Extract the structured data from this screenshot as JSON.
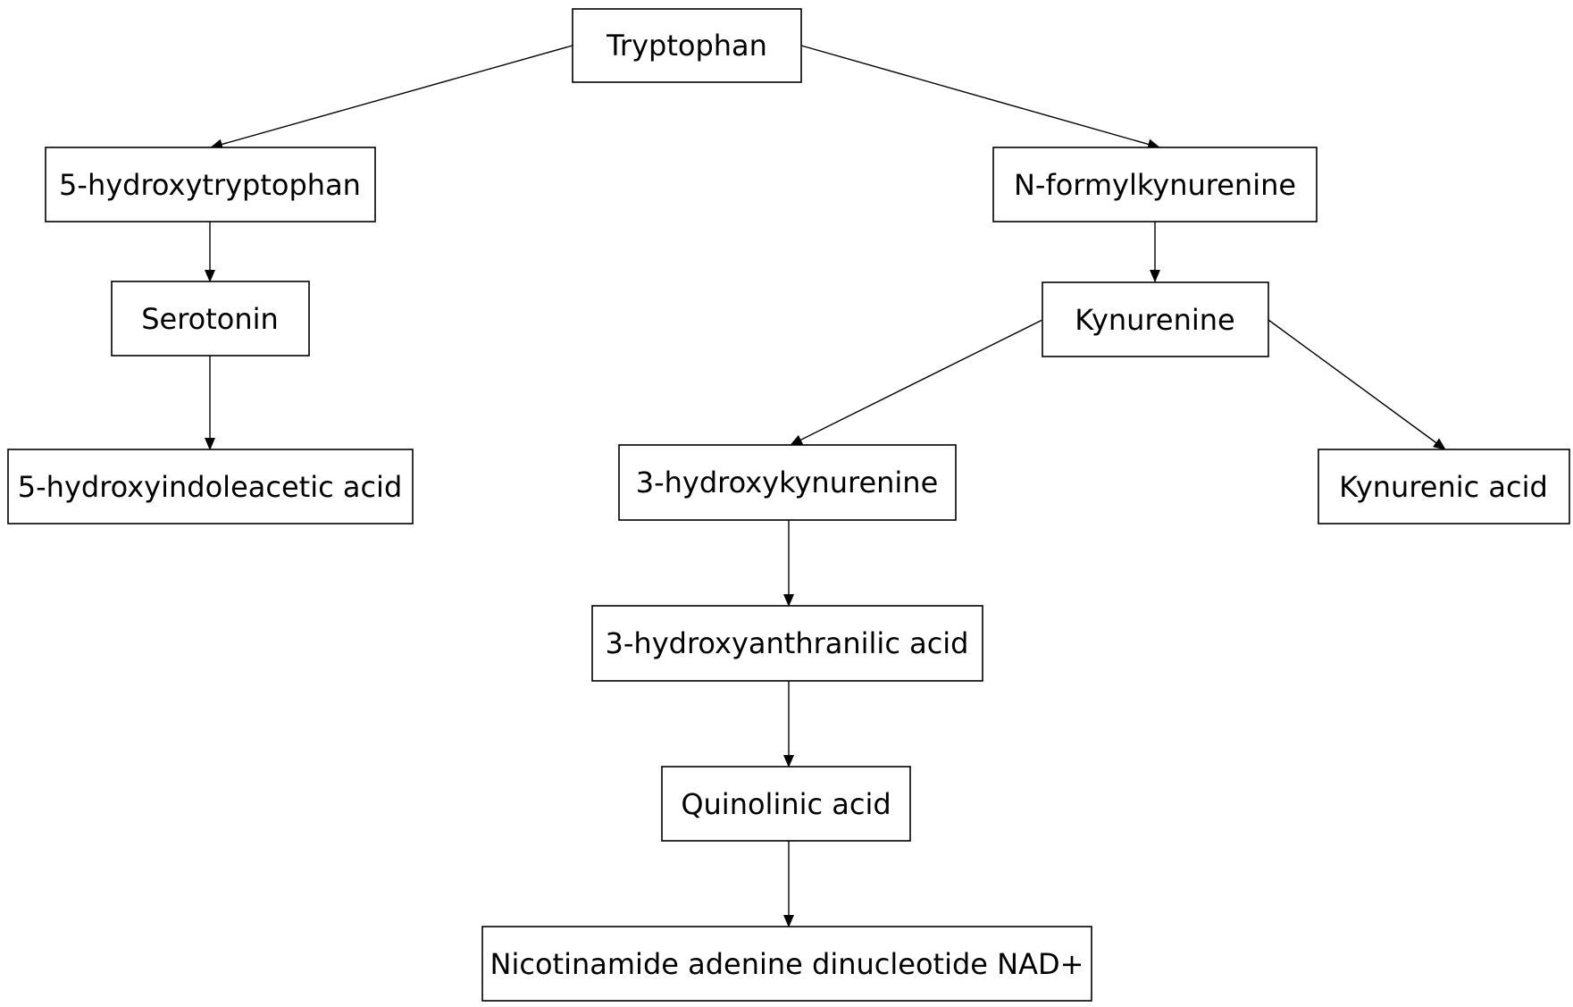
{
  "nodes": [
    {
      "id": "tryptophan",
      "label": "Tryptophan"
    },
    {
      "id": "5htp",
      "label": "5-hydroxytryptophan"
    },
    {
      "id": "nfk",
      "label": "N-formylkynurenine"
    },
    {
      "id": "serotonin",
      "label": "Serotonin"
    },
    {
      "id": "kynurenine",
      "label": "Kynurenine"
    },
    {
      "id": "5hiaa",
      "label": "5-hydroxyindoleacetic acid"
    },
    {
      "id": "3hk",
      "label": "3-hydroxykynurenine"
    },
    {
      "id": "kyna",
      "label": "Kynurenic acid"
    },
    {
      "id": "3haa",
      "label": "3-hydroxyanthranilic acid"
    },
    {
      "id": "quin",
      "label": "Quinolinic acid"
    },
    {
      "id": "nad",
      "label": "Nicotinamide adenine dinucleotide NAD+"
    }
  ],
  "edges": [
    {
      "from": "tryptophan",
      "to": "5htp"
    },
    {
      "from": "tryptophan",
      "to": "nfk"
    },
    {
      "from": "5htp",
      "to": "serotonin"
    },
    {
      "from": "serotonin",
      "to": "5hiaa"
    },
    {
      "from": "nfk",
      "to": "kynurenine"
    },
    {
      "from": "kynurenine",
      "to": "3hk"
    },
    {
      "from": "kynurenine",
      "to": "kyna"
    },
    {
      "from": "3hk",
      "to": "3haa"
    },
    {
      "from": "3haa",
      "to": "quin"
    },
    {
      "from": "quin",
      "to": "nad"
    }
  ]
}
